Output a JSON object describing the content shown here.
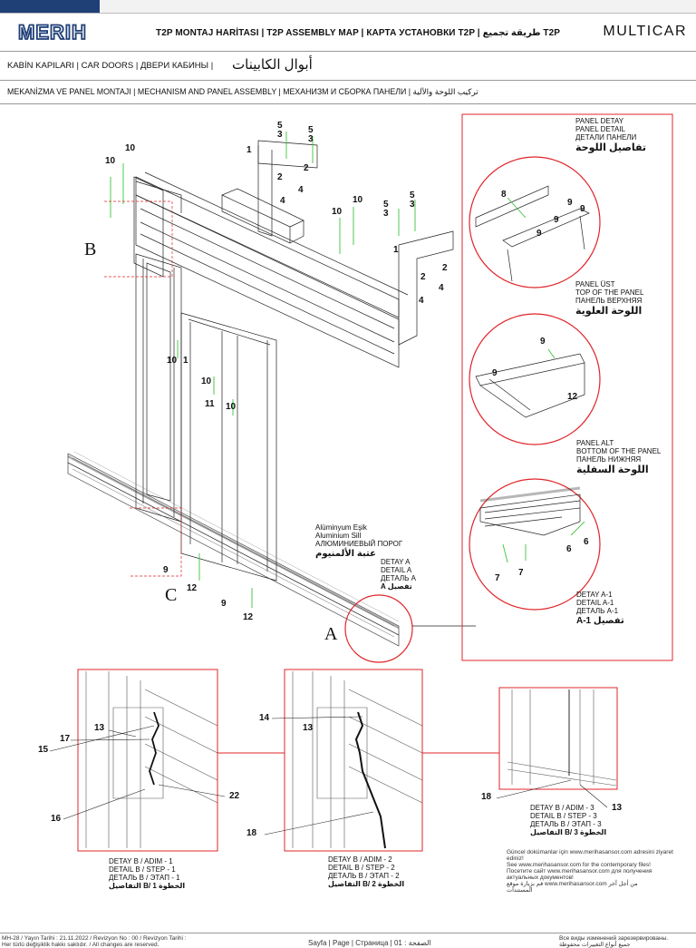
{
  "header": {
    "logo": "MERIH",
    "title_tr_en_ru": "T2P MONTAJ HARİTASI | T2P ASSEMBLY MAP | КАРТА УСТАНОВКИ T2P | ",
    "title_ar": "طريقة تجميع T2P",
    "brand": "MULTICAR"
  },
  "rows": {
    "doors": "KABİN KAPILARI | CAR DOORS | ДВЕРИ КАБИНЫ |",
    "doors_ar": "أبوال الكابينات",
    "mechanism": "MEKANİZMA VE PANEL MONTAJI | MECHANISM AND PANEL ASSEMBLY | МЕХАНИЗМ И СБОРКА ПАНЕЛИ | تركيب اللوحة والآلية"
  },
  "panel_detail": {
    "l1": "PANEL DETAY",
    "l2": "PANEL DETAIL",
    "l3": "ДЕТАЛИ ПАНЕЛИ",
    "ar": "تفاصيل اللوحة"
  },
  "panel_top": {
    "l1": "PANEL ÜST",
    "l2": "TOP OF THE PANEL",
    "l3": "ПАНЕЛЬ ВЕРХНЯЯ",
    "ar": "اللوحة العلوية"
  },
  "panel_bottom": {
    "l1": "PANEL ALT",
    "l2": "BOTTOM OF THE PANEL",
    "l3": "ПАНЕЛЬ НИЖНЯЯ",
    "ar": "اللوحة السفلية"
  },
  "sill": {
    "l1": "Alüminyum Eşik",
    "l2": "Aluminium Sill",
    "l3": "АЛЮМИНИЕВЫЙ ПОРОГ",
    "ar": "عتبة الألمنيوم"
  },
  "detail_a": {
    "l1": "DETAY A",
    "l2": "DETAIL A",
    "l3": "ДЕТАЛЬ А",
    "l4": "A تفصيل"
  },
  "detail_a1": {
    "l1": "DETAY A-1",
    "l2": "DETAIL A-1",
    "l3": "ДЕТАЛЬ А-1",
    "l4": "A-1 تفصيل"
  },
  "step1": {
    "l1": "DETAY B / ADIM - 1",
    "l2": "DETAIL B / STEP - 1",
    "l3": "ДЕТАЛЬ B / ЭТАП - 1",
    "l4": "التفاصيل B/ الخطوة 1"
  },
  "step2": {
    "l1": "DETAY B / ADIM - 2",
    "l2": "DETAIL B / STEP - 2",
    "l3": "ДЕТАЛЬ B / ЭТАП - 2",
    "l4": "التفاصيل B/ الخطوة 2"
  },
  "step3": {
    "l1": "DETAY B / ADIM - 3",
    "l2": "DETAIL B / STEP - 3",
    "l3": "ДЕТАЛЬ B / ЭТАП - 3",
    "l4": "التفاصيل B/ الخطوة 3"
  },
  "big_letters": {
    "a": "A",
    "b": "B",
    "c": "C"
  },
  "notes": {
    "tr1": "Güncel dokümanlar için www.merihasansor.com adresini ziyaret",
    "tr2": "ediniz!",
    "en": "See www.merihasansor.com for the contemporary files!",
    "ru1": "Посетите сайт www.merihasansor.com для получения",
    "ru2": "актуальных документов!",
    "ar1": "قم بزيارة موقع www.merihasansor.com من أجل آخر",
    "ar2": "المستندات"
  },
  "footer": {
    "left1": "MH-28 / Yayın Tarihi : 21.11.2022 / Revizyon No : 00 / Revizyon Tarihi :",
    "left2": "Her türlü değişiklik hakkı saklıdır. / All changes are reserved.",
    "page_label": "Sayfa | Page | Страница |",
    "page_ar": "الصفحة",
    "page_num": ": 01",
    "right1": "Все виды изменений зарезервированы.",
    "right2": "جميع أنواع التغييرات محفوظة"
  },
  "part_numbers": {
    "n1": "1",
    "n2": "2",
    "n3": "3",
    "n4": "4",
    "n5": "5",
    "n6": "6",
    "n7": "7",
    "n8": "8",
    "n9": "9",
    "n10": "10",
    "n11": "11",
    "n12": "12",
    "n13": "13",
    "n14": "14",
    "n15": "15",
    "n16": "16",
    "n17": "17",
    "n18": "18",
    "n22": "22"
  },
  "colors": {
    "accent_red": "#e0242a",
    "logo_blue": "#1f3f77",
    "callout_green": "#3cc43c"
  }
}
